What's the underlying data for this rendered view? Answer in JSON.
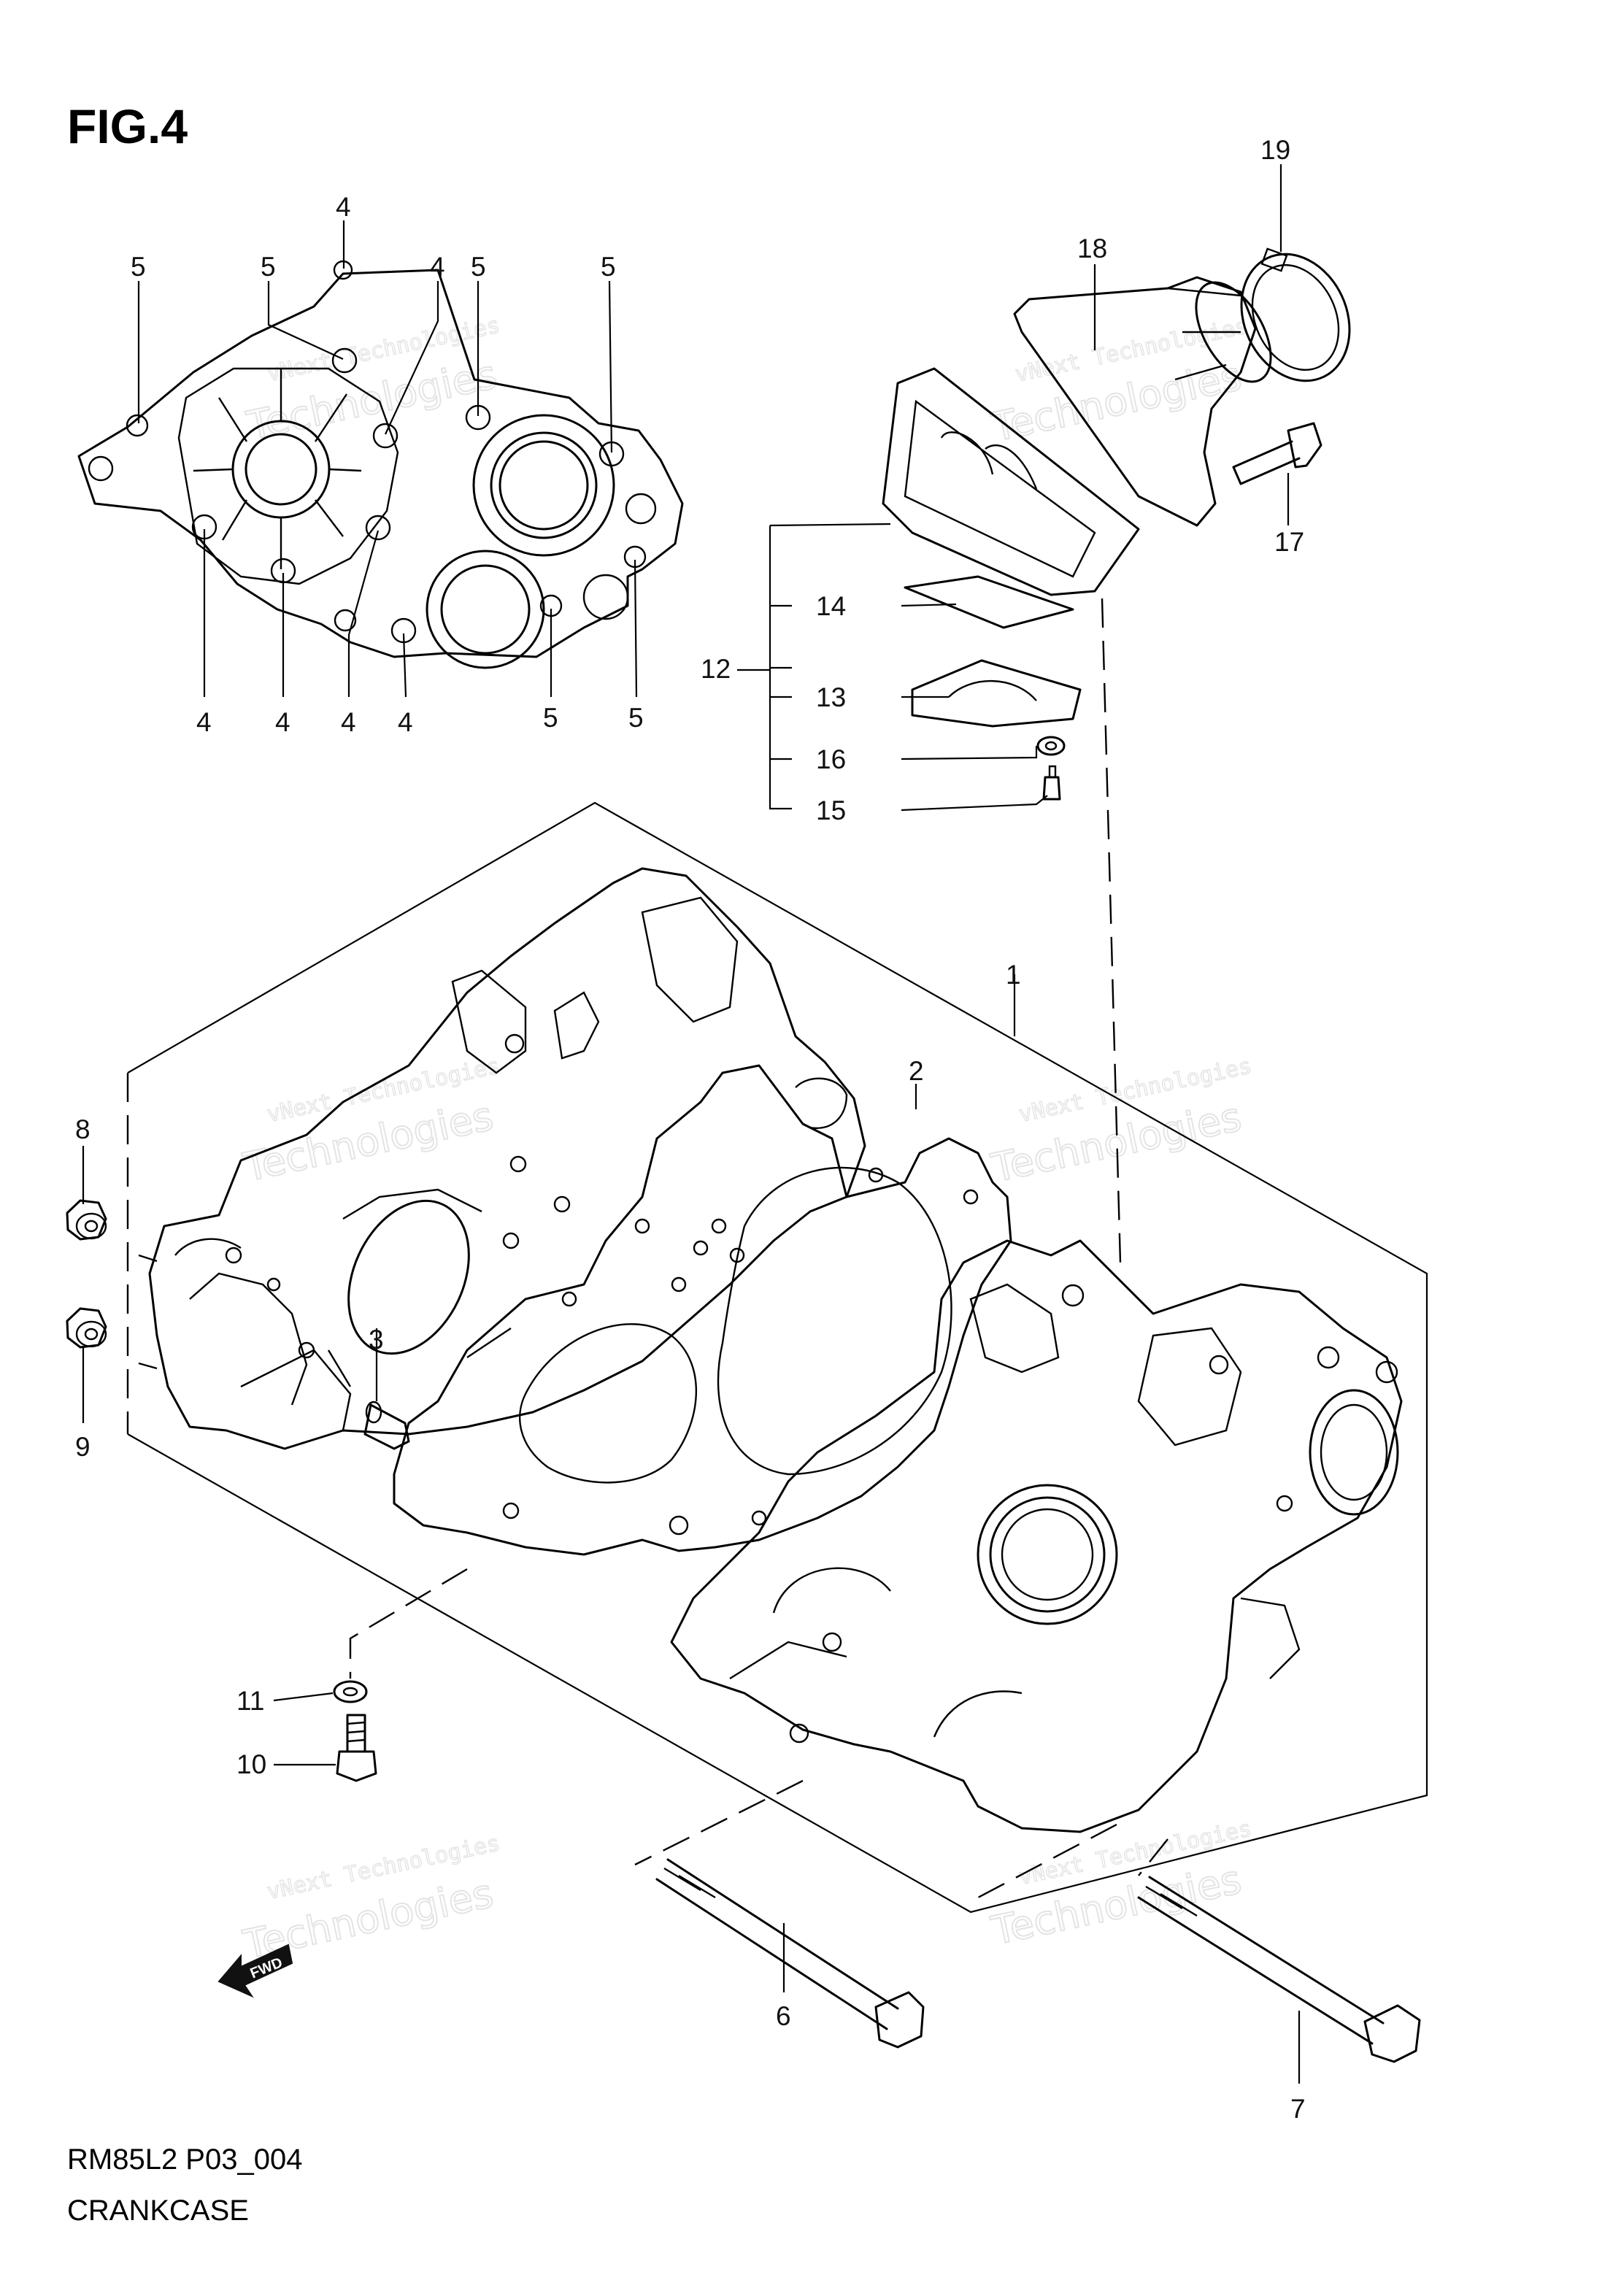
{
  "figure": {
    "title": "FIG.4"
  },
  "footer": {
    "code": "RM85L2 P03_004",
    "name": "CRANKCASE"
  },
  "watermark": {
    "line1": "vNext Technologies",
    "line2": "vNext",
    "line3": "Technologies"
  },
  "fwd_arrow": {
    "label": "FWD"
  },
  "callouts": {
    "c1": "1",
    "c2": "2",
    "c3": "3",
    "c4a": "4",
    "c4b": "4",
    "c4c": "4",
    "c4d": "4",
    "c4e": "4",
    "c4f": "4",
    "c5a": "5",
    "c5b": "5",
    "c5c": "5",
    "c5d": "5",
    "c5e": "5",
    "c5f": "5",
    "c6": "6",
    "c7": "7",
    "c8": "8",
    "c9": "9",
    "c10": "10",
    "c11": "11",
    "c12": "12",
    "c13": "13",
    "c14": "14",
    "c15": "15",
    "c16": "16",
    "c17": "17",
    "c18": "18",
    "c19": "19"
  }
}
